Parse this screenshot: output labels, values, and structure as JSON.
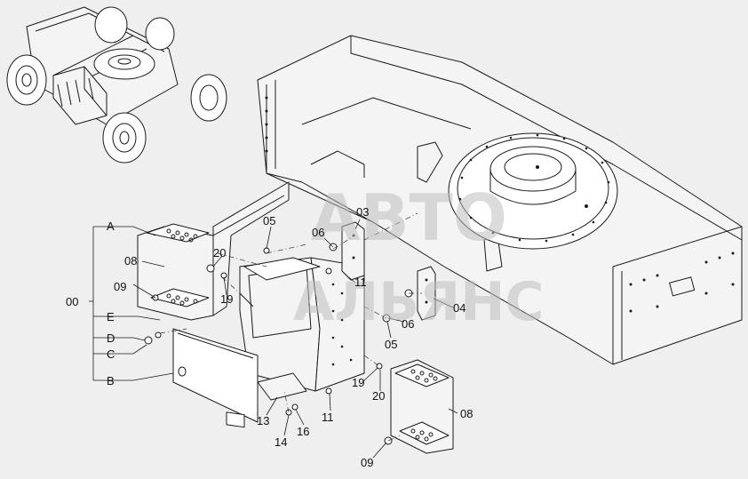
{
  "watermark": {
    "line1": "АВТО",
    "line2": "АЛЬЯНС"
  },
  "callouts": {
    "c00": "00",
    "A": "A",
    "B": "B",
    "C": "C",
    "D": "D",
    "E": "E",
    "c03": "03",
    "c04": "04",
    "c05_top": "05",
    "c05_right": "05",
    "c06_left": "06",
    "c06_right": "06",
    "c08_left": "08",
    "c08_right": "08",
    "c09_left": "09",
    "c09_right": "09",
    "c11_top": "11",
    "c11_bottom": "11",
    "c13": "13",
    "c14": "14",
    "c16": "16",
    "c19_left": "19",
    "c19_right": "19",
    "c20_left": "20",
    "c20_right": "20"
  }
}
